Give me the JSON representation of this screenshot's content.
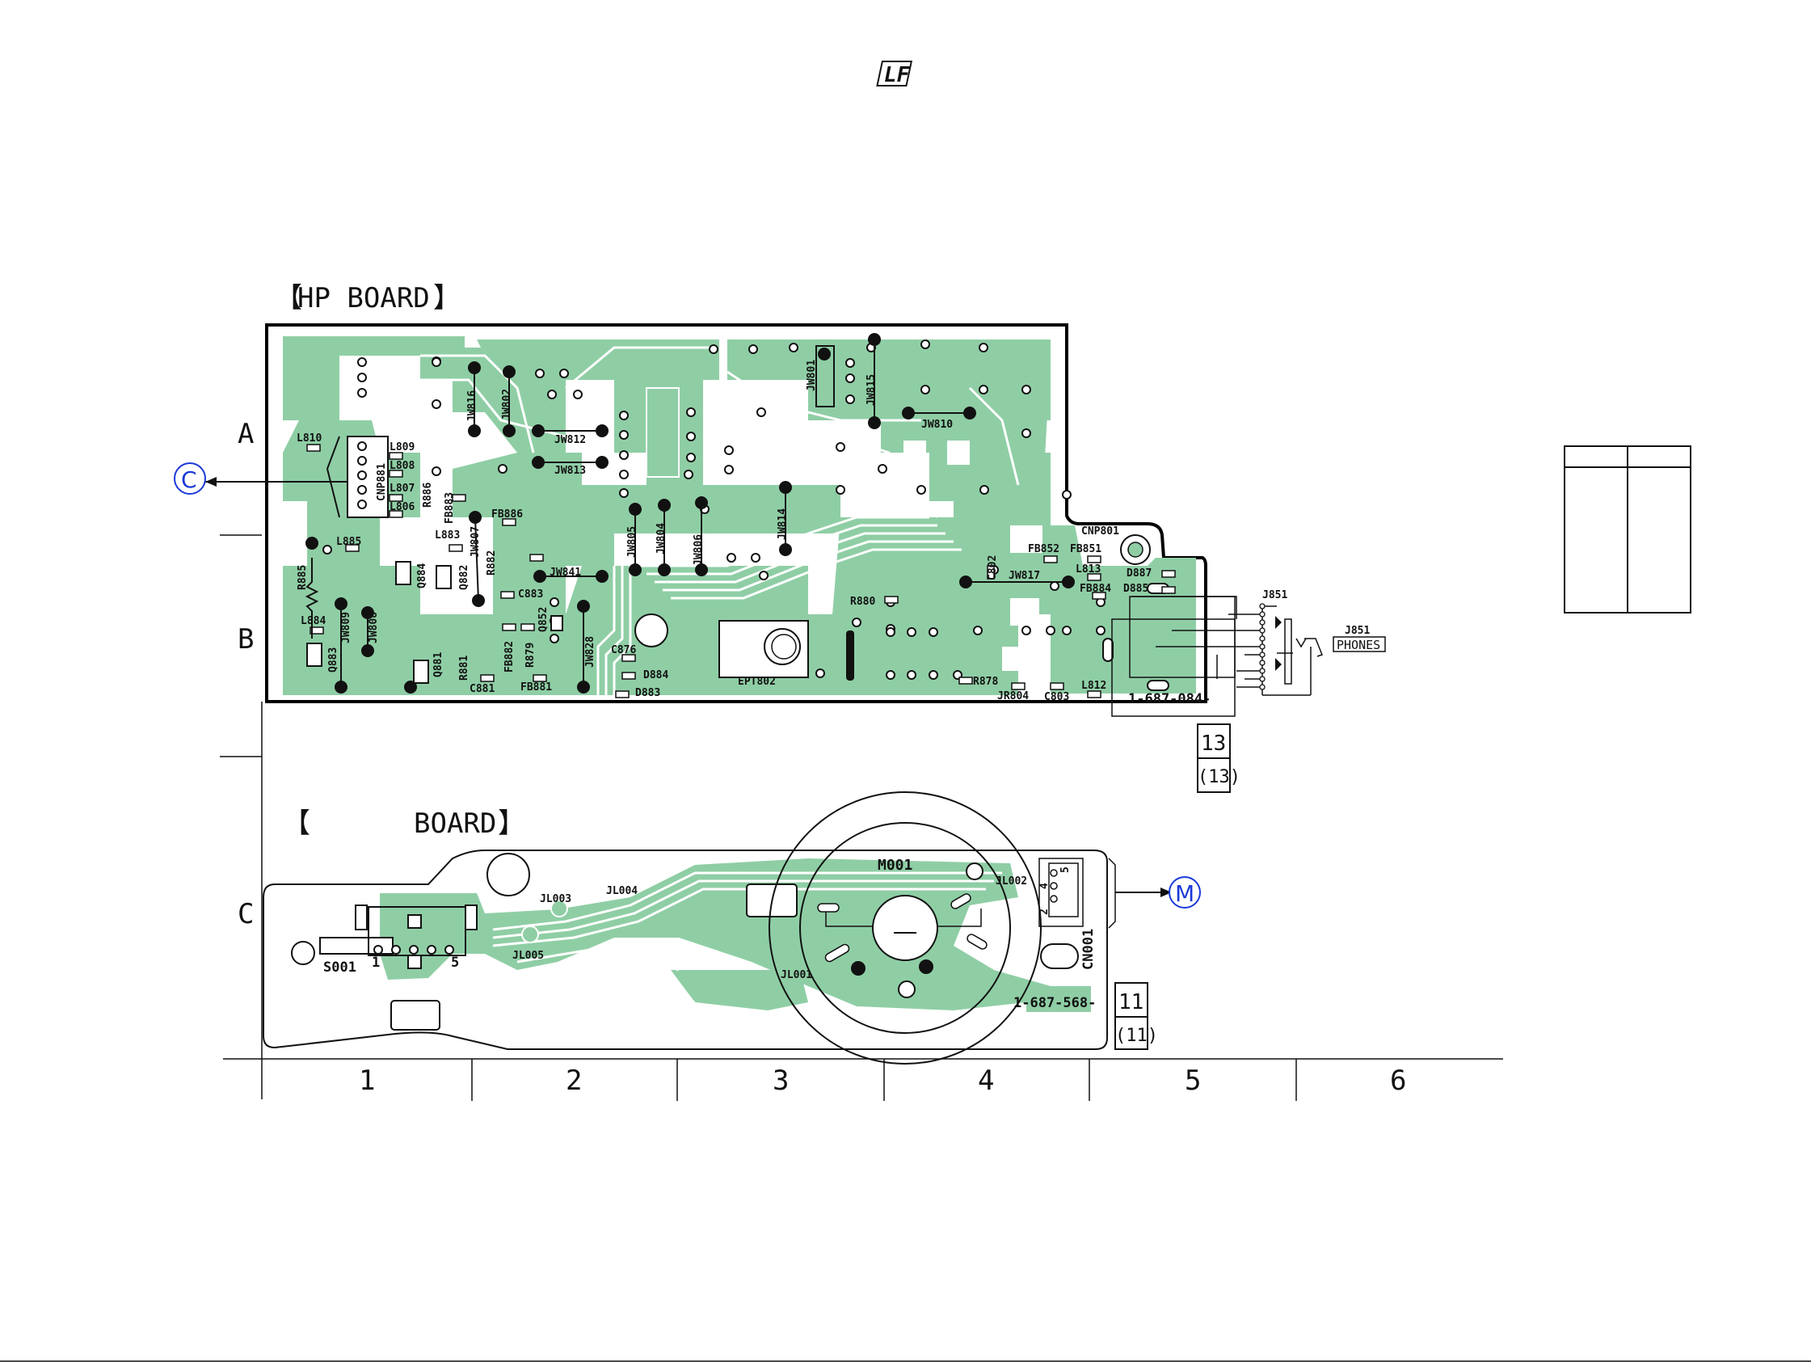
{
  "page": {
    "logo_text": "LF"
  },
  "hp_board": {
    "title_open": "【",
    "title": "HP BOARD",
    "title_close": "】",
    "part_number": "1-687-084-",
    "ref_box": "13",
    "ref_box_paren": "(13)",
    "connector_to": "C",
    "connector_label": "CNP801",
    "jack": {
      "ref_top": "J851",
      "ref": "J851",
      "label": "PHONES"
    },
    "components": [
      "L810",
      "L809",
      "L808",
      "L807",
      "L806",
      "CNP881",
      "R886",
      "FB883",
      "FB886",
      "L883",
      "JW807",
      "R882",
      "L885",
      "R885",
      "Q884",
      "Q882",
      "C883",
      "Q852",
      "JW841",
      "L884",
      "JW809",
      "JW808",
      "Q883",
      "Q881",
      "R881",
      "C881",
      "FB882",
      "R879",
      "FB881",
      "JW828",
      "C876",
      "D884",
      "D883",
      "EPT802",
      "JW816",
      "JW802",
      "JW812",
      "JW813",
      "JW805",
      "JW804",
      "JW806",
      "JW814",
      "JW801",
      "JW815",
      "JW810",
      "FB852",
      "FB851",
      "C802",
      "JW817",
      "L813",
      "D887",
      "FB884",
      "D885",
      "R880",
      "R878",
      "JR804",
      "C803",
      "L812"
    ]
  },
  "motor_board": {
    "title_open": "【",
    "title": "BOARD",
    "title_close": "】",
    "part_number": "1-687-568-",
    "ref_box": "11",
    "ref_box_paren": "(11)",
    "connector_to": "M",
    "components": [
      "M001",
      "JL002",
      "JL003",
      "JL004",
      "JL005",
      "JL001",
      "S001",
      "CN001"
    ],
    "switch_pins": [
      "1",
      "5"
    ],
    "cn_pins": [
      "2",
      "4",
      "5"
    ]
  },
  "grid": {
    "rows": [
      "A",
      "B",
      "C"
    ],
    "columns": [
      "1",
      "2",
      "3",
      "4",
      "5",
      "6"
    ]
  },
  "colors": {
    "copper": "#8fcea5",
    "pad": "#111111",
    "connector_marker": "#1a3ad8",
    "outline": "#000000"
  }
}
